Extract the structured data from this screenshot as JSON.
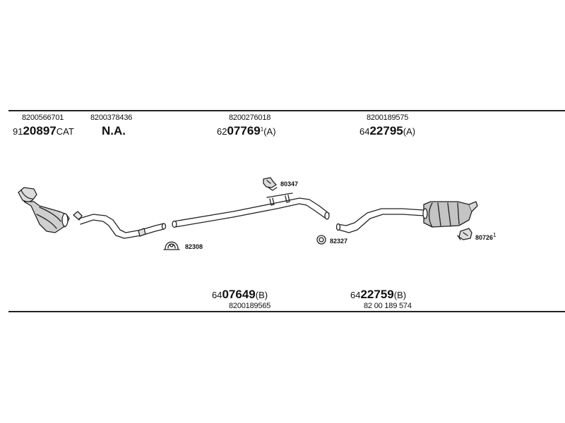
{
  "top": {
    "col1": {
      "oe": "8200566701",
      "prefix": "91",
      "main": "20897",
      "suffix": "CAT"
    },
    "col2": {
      "oe": "8200378436",
      "note": "N.A."
    },
    "col3": {
      "oe": "8200276018",
      "prefix": "62",
      "main": "07769",
      "sup": "1",
      "suffix": "(A)"
    },
    "col4": {
      "oe": "8200189575",
      "prefix": "64",
      "main": "22795",
      "suffix": "(A)"
    }
  },
  "bottom": {
    "col3": {
      "prefix": "64",
      "main": "07649",
      "suffix": "(B)",
      "oe": "8200189565"
    },
    "col4": {
      "prefix": "64",
      "main": "22759",
      "suffix": "(B)",
      "oe": "82 00 189 574"
    }
  },
  "fittings": {
    "f1": "82308",
    "f2": "80347",
    "f3": "82327",
    "f4": "80726",
    "f4_sup": "1"
  }
}
